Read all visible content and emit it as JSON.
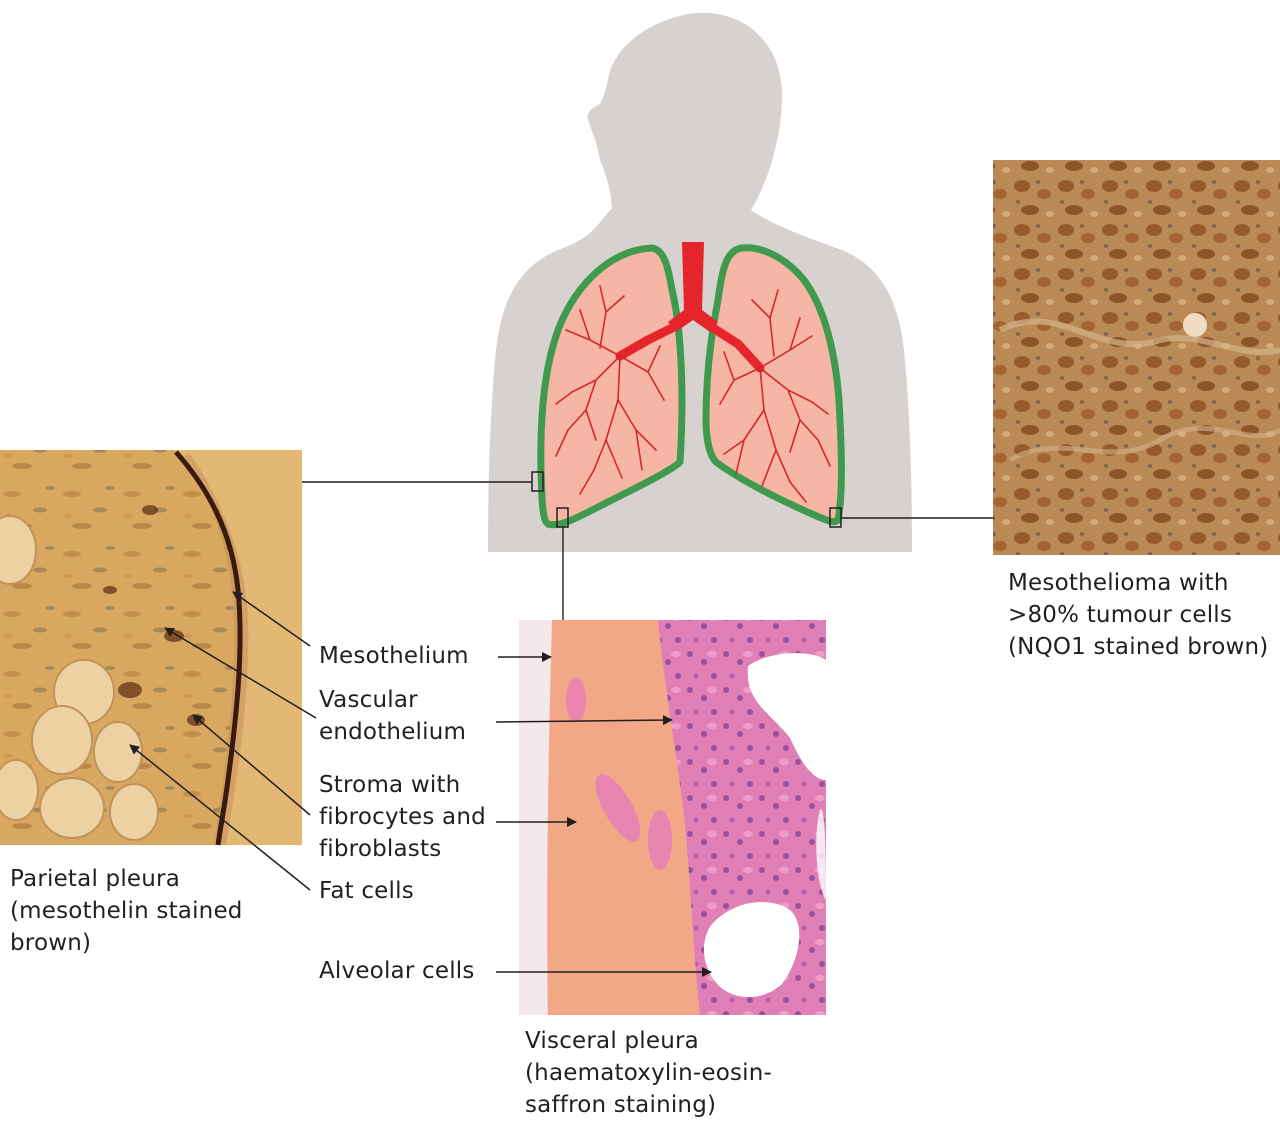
{
  "captions": {
    "parietal": [
      "Parietal pleura",
      "(mesothelin stained",
      "brown)"
    ],
    "visceral": [
      "Visceral pleura",
      "(haematoxylin-eosin-",
      "saffron staining)"
    ],
    "mesothelioma": [
      "Mesothelioma with",
      ">80% tumour cells",
      "(NQO1 stained brown)"
    ]
  },
  "labels": {
    "mesothelium": [
      "Mesothelium"
    ],
    "vascular": [
      "Vascular",
      "endothelium"
    ],
    "stroma": [
      "Stroma with",
      "fibrocytes and",
      "fibroblasts"
    ],
    "fat": [
      "Fat cells"
    ],
    "alveolar": [
      "Alveolar cells"
    ]
  },
  "colors": {
    "silhouette": "#d7d2cf",
    "lung_fill": "#f6b6a5",
    "pleura_outline": "#3f9a4e",
    "airway": "#e5242b",
    "parietal_stain": "#d9a862",
    "visceral_stain": "#f2a787",
    "tumour_stain": "#a8642e"
  }
}
